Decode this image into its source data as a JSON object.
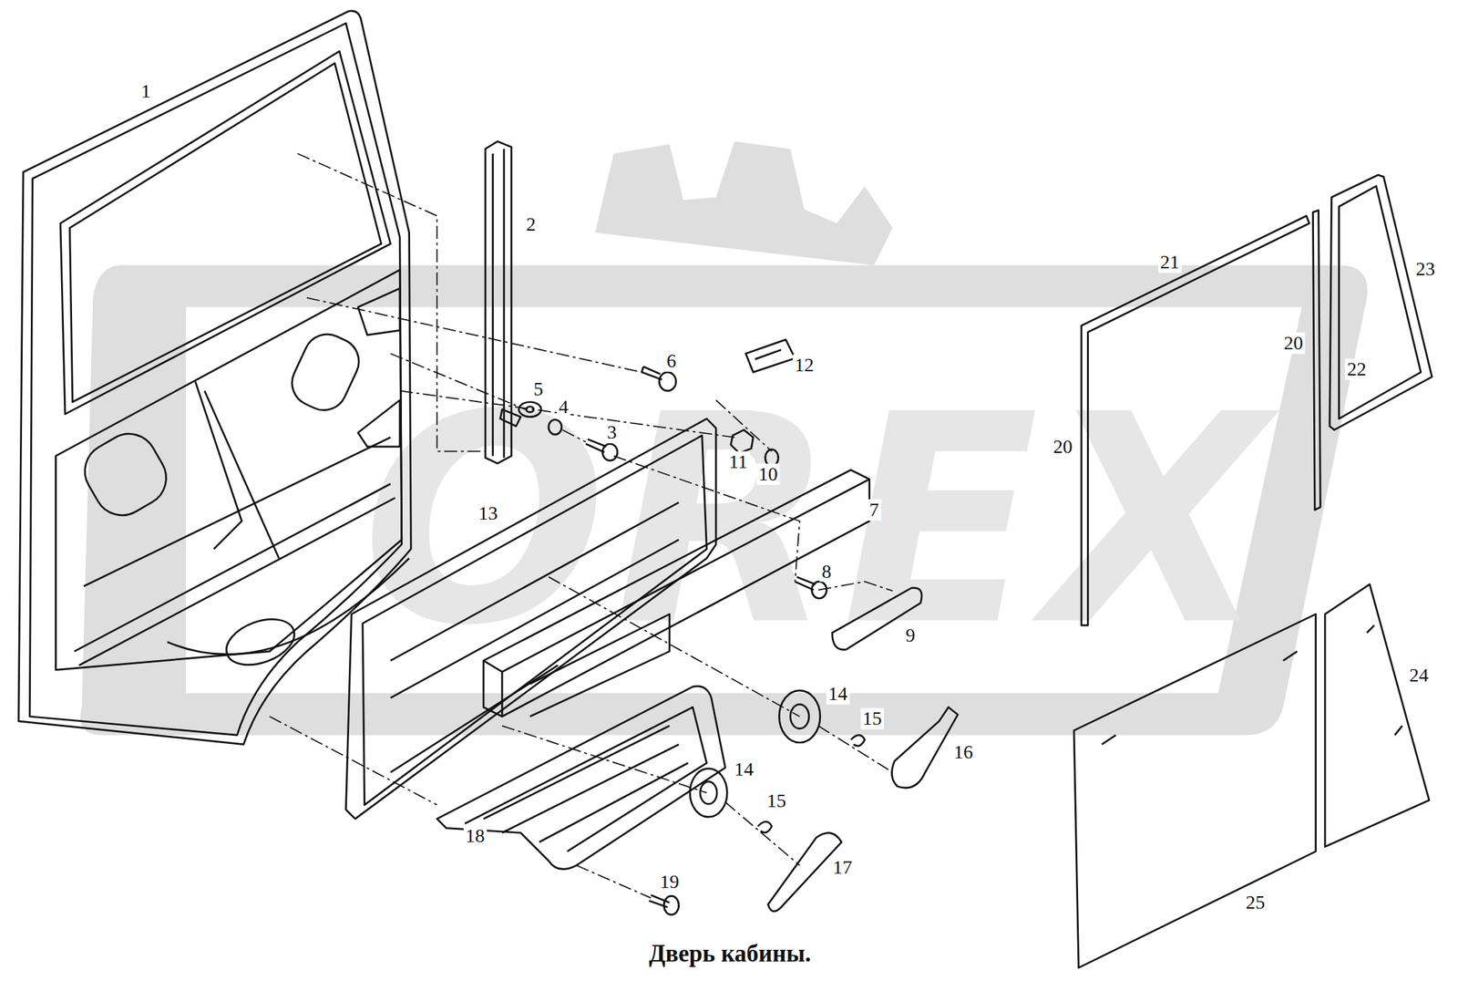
{
  "diagram": {
    "caption": "Дверь кабины.",
    "labels": [
      "1",
      "2",
      "21",
      "23",
      "20",
      "22",
      "6",
      "12",
      "5",
      "4",
      "3",
      "20",
      "11",
      "10",
      "13",
      "7",
      "8",
      "9",
      "14",
      "15",
      "16",
      "14",
      "15",
      "18",
      "17",
      "19",
      "24",
      "25",
      "OREX"
    ]
  }
}
